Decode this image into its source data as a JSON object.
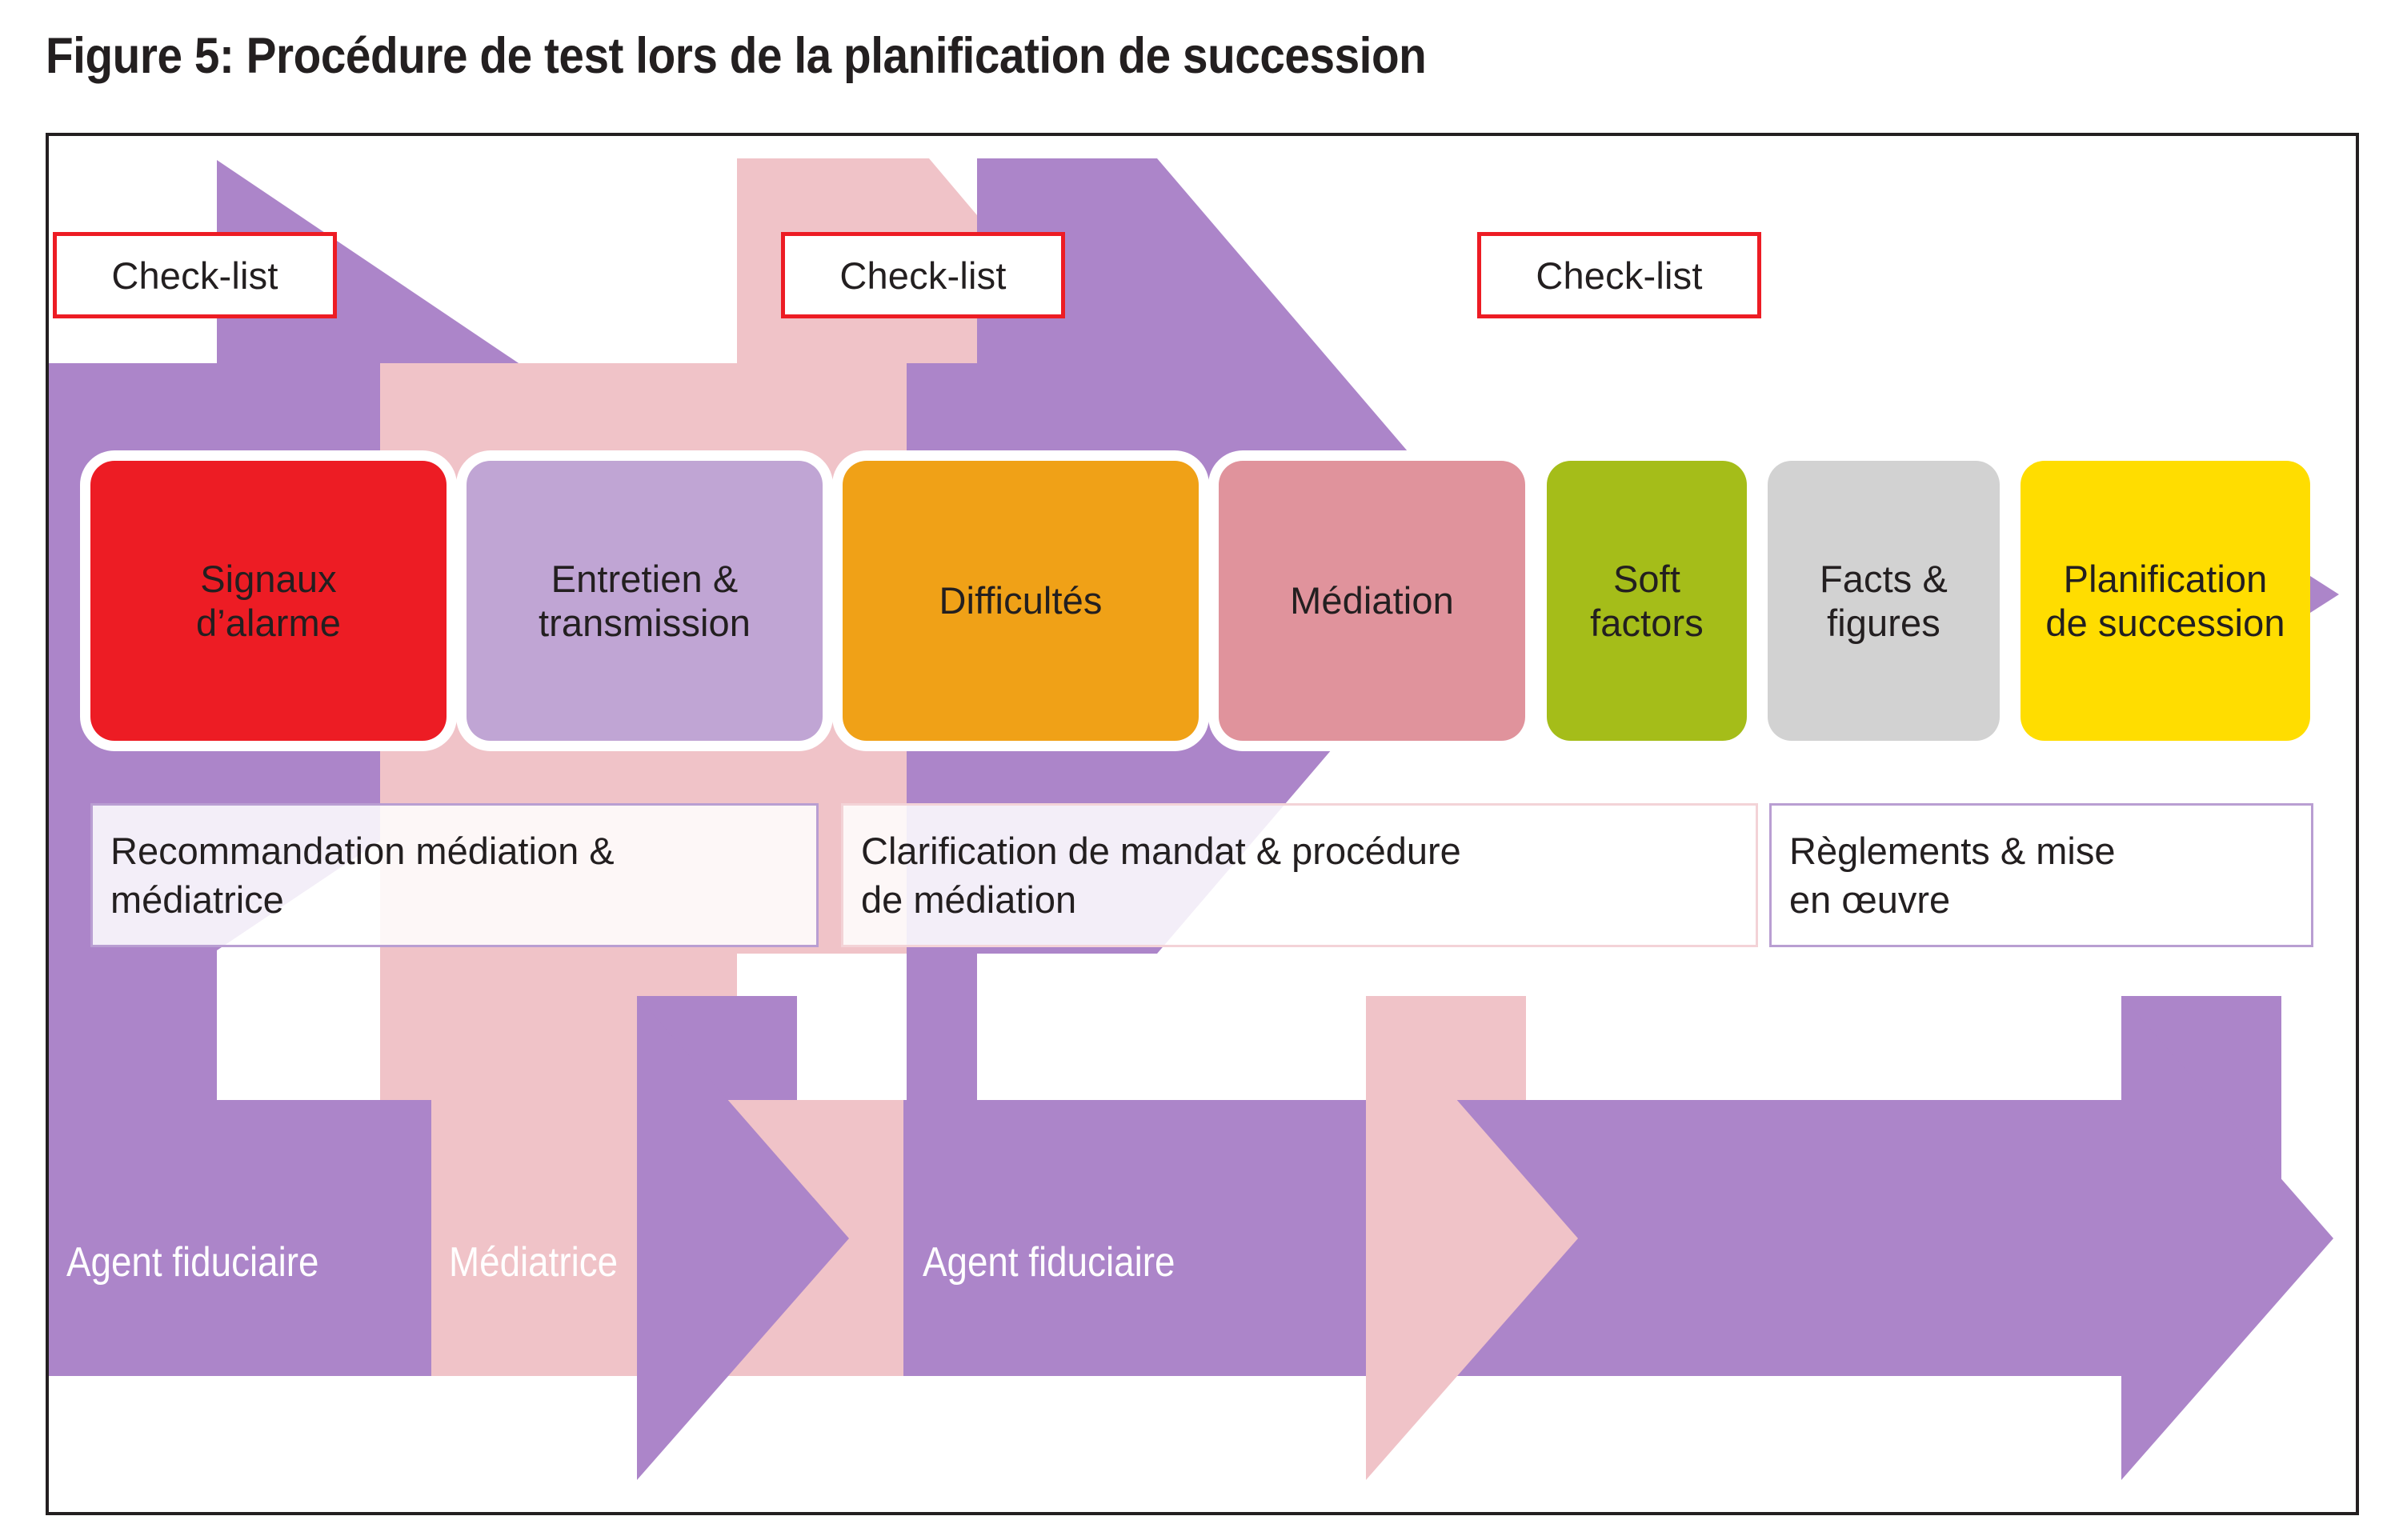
{
  "figure": {
    "title": "Figure 5: Procédure de test lors de la planification de succession"
  },
  "colors": {
    "purple": "#ac85c9",
    "pink": "#f0c3c8",
    "red": "#ed1c24",
    "lilac": "#c0a5d4",
    "orange": "#f0a117",
    "rose": "#e0939c",
    "green": "#a5bd19",
    "grey": "#d2d2d2",
    "yellow": "#ffdd00",
    "frame": "#231f20",
    "checklist_border": "#ed1c24",
    "caption_border_purple": "#b99ed2",
    "caption_border_pink": "#f3d3d7",
    "text_dark": "#231f20",
    "text_light": "#ffffff"
  },
  "checklists": [
    {
      "label": "Check-list"
    },
    {
      "label": "Check-list"
    },
    {
      "label": "Check-list"
    }
  ],
  "stages": [
    {
      "label": "Signaux\nd’alarme",
      "color": "#ed1c24",
      "text": "#231f20"
    },
    {
      "label": "Entretien &\ntransmission",
      "color": "#c0a5d4",
      "text": "#231f20"
    },
    {
      "label": "Difficultés",
      "color": "#f0a117",
      "text": "#231f20"
    },
    {
      "label": "Médiation",
      "color": "#e0939c",
      "text": "#231f20"
    },
    {
      "label": "Soft\nfactors",
      "color": "#a5bd19",
      "text": "#231f20"
    },
    {
      "label": "Facts &\nfigures",
      "color": "#d2d2d2",
      "text": "#231f20"
    },
    {
      "label": "Planification\nde succession",
      "color": "#ffdd00",
      "text": "#231f20"
    }
  ],
  "captions": [
    {
      "label": "Recommandation médiation &\nmédiatrice",
      "border": "#b99ed2"
    },
    {
      "label": "Clarification de mandat & procédure\nde médiation",
      "border": "#f3d3d7"
    },
    {
      "label": "Règlements & mise\nen œuvre",
      "border": "#b99ed2"
    }
  ],
  "roles": [
    {
      "label": "Agent fiduciaire",
      "color": "#ac85c9"
    },
    {
      "label": "Médiatrice",
      "color": "#f0c3c8"
    },
    {
      "label": "Agent fiduciaire",
      "color": "#ac85c9"
    }
  ]
}
